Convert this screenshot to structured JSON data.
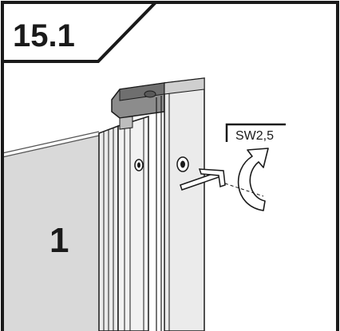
{
  "step": {
    "number": "15.1"
  },
  "part": {
    "number": "1"
  },
  "tool": {
    "size_label": "SW2,5"
  },
  "colors": {
    "frame": "#1a1a1a",
    "glass": "#d9d9d9",
    "profile": "#ebebeb",
    "profile_shade": "#cfcfcf",
    "hinge": "#8c8c8c"
  }
}
